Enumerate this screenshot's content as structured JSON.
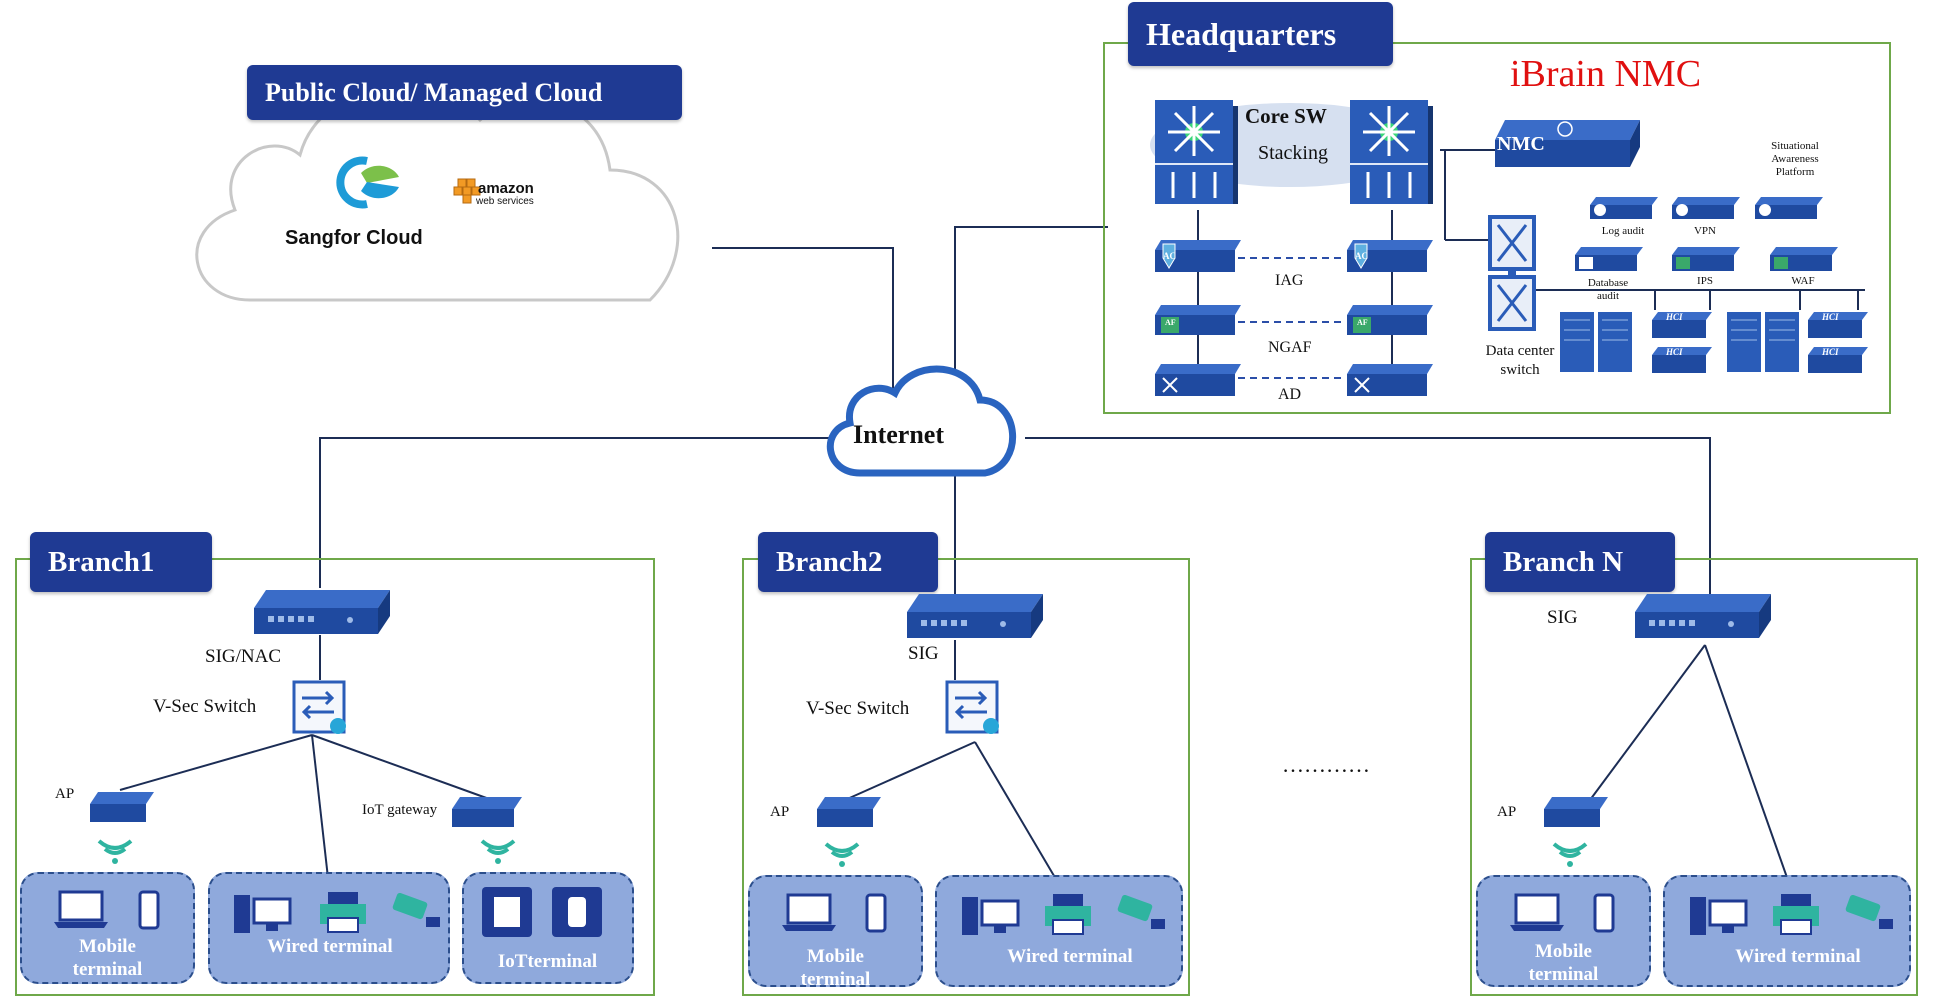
{
  "public_cloud": {
    "title": "Public Cloud/ Managed Cloud",
    "sangfor": "Sangfor Cloud",
    "amazon_line1": "amazon",
    "amazon_line2": "web services"
  },
  "internet": "Internet",
  "hq": {
    "title": "Headquarters",
    "ibrain": "iBrain NMC",
    "core_sw": "Core SW",
    "stacking": "Stacking",
    "nmc": "NMC",
    "iag": "IAG",
    "ngaf": "NGAF",
    "ad": "AD",
    "situational": "Situational Awareness Platform",
    "log_audit": "Log audit",
    "vpn": "VPN",
    "db_audit": "Database audit",
    "ips": "IPS",
    "waf": "WAF",
    "dc_switch": "Data center switch",
    "ac_badge": "AC",
    "af_badge": "AF",
    "hci_badge": "HCI",
    "colors": {
      "accent": "#e01010",
      "frame": "#6fa84a",
      "tab": "#1f3a93"
    }
  },
  "branch1": {
    "title": "Branch1",
    "sig": "SIG/NAC",
    "vsec": "V-Sec Switch",
    "ap": "AP",
    "iot_gw": "IoT gateway",
    "mobile": "Mobile terminal",
    "wired": "Wired terminal",
    "iot": "IoTterminal"
  },
  "branch2": {
    "title": "Branch2",
    "sig": "SIG",
    "vsec": "V-Sec Switch",
    "ap": "AP",
    "mobile": "Mobile terminal",
    "wired": "Wired terminal"
  },
  "branchN": {
    "title": "Branch N",
    "sig": "SIG",
    "ap": "AP",
    "mobile": "Mobile terminal",
    "wired": "Wired terminal"
  },
  "ellipsis": "…………"
}
